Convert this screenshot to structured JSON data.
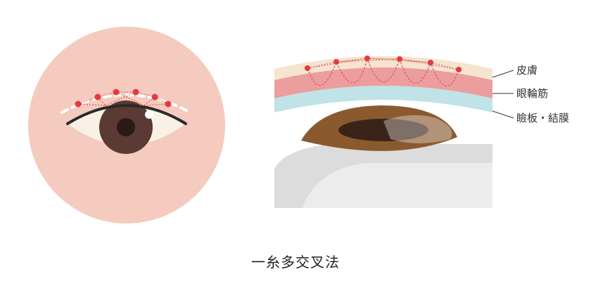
{
  "labels": {
    "skin": "皮膚",
    "orbicularis_muscle": "眼輪筋",
    "tarsus_conjunctiva": "瞼板・結膜"
  },
  "caption": "一糸多交叉法",
  "colors": {
    "circle_bg": "#f4cbbe",
    "skin_layer": "#f5e4cf",
    "muscle_layer": "#ec9d9d",
    "tarsus_layer": "#bfe3e6",
    "iris": "#5a3a32",
    "iris_brown": "#8a5a2e",
    "suture_point": "#e63a3a",
    "eyeball_gray": "#dcdcdc"
  },
  "icons": [
    "eye-front-illustration",
    "eyelid-cross-section-illustration"
  ]
}
